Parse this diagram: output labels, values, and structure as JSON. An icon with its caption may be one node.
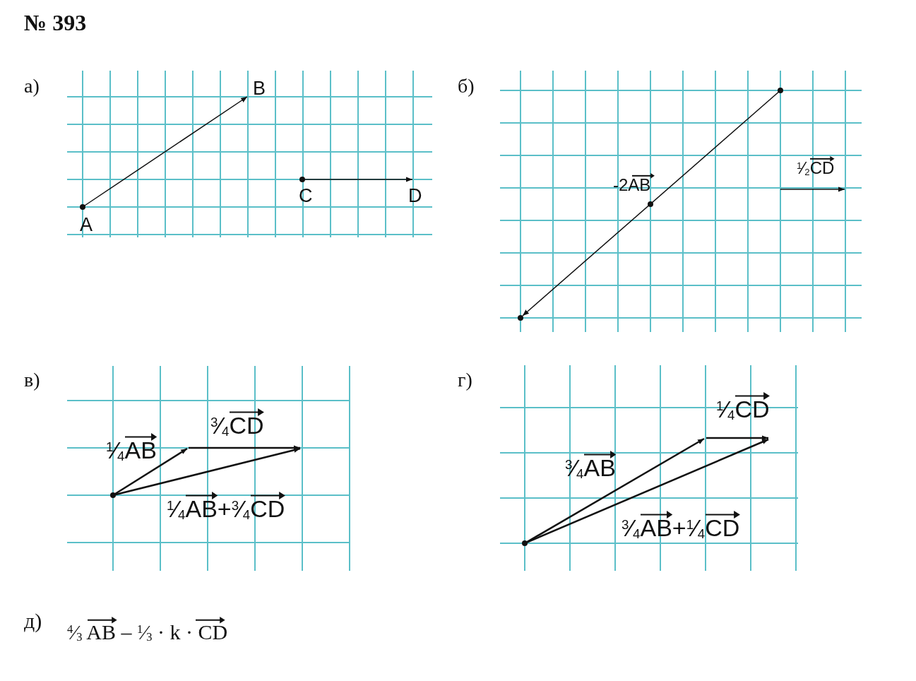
{
  "diagram": {
    "title": "№ 393",
    "nodes": [
      {
        "text": [
          "A"
        ]
      },
      {
        "text": [
          "B"
        ]
      },
      {
        "text": [
          "C"
        ]
      },
      {
        "text": [
          "D"
        ]
      }
    ],
    "edges": [
      {
        "from": 0,
        "to": 1,
        "arrow": "to"
      },
      {
        "from": 2,
        "to": 3,
        "arrow": "to"
      }
    ],
    "labels": [
      "а)",
      "б)",
      "$^{1}$⁄$_{2}$CD",
      "-2AB",
      "в)",
      "г)",
      "$^{3}$⁄$_{4}$CD",
      "$^{1}$⁄$_{4}$CD",
      "$^{1}$⁄$_{4}$AB",
      "$^{3}$⁄$_{4}$AB",
      "$^{1}$⁄$_{4}$AB+$^{3}$⁄$_{4}$CD",
      "$^{3}$⁄$_{4}$AB+$^{1}$⁄$_{4}$CD",
      "д)",
      "$^{4}$⁄$_{3}$ AB – $^{1}$⁄$_{3}$ · k · CD"
    ]
  }
}
